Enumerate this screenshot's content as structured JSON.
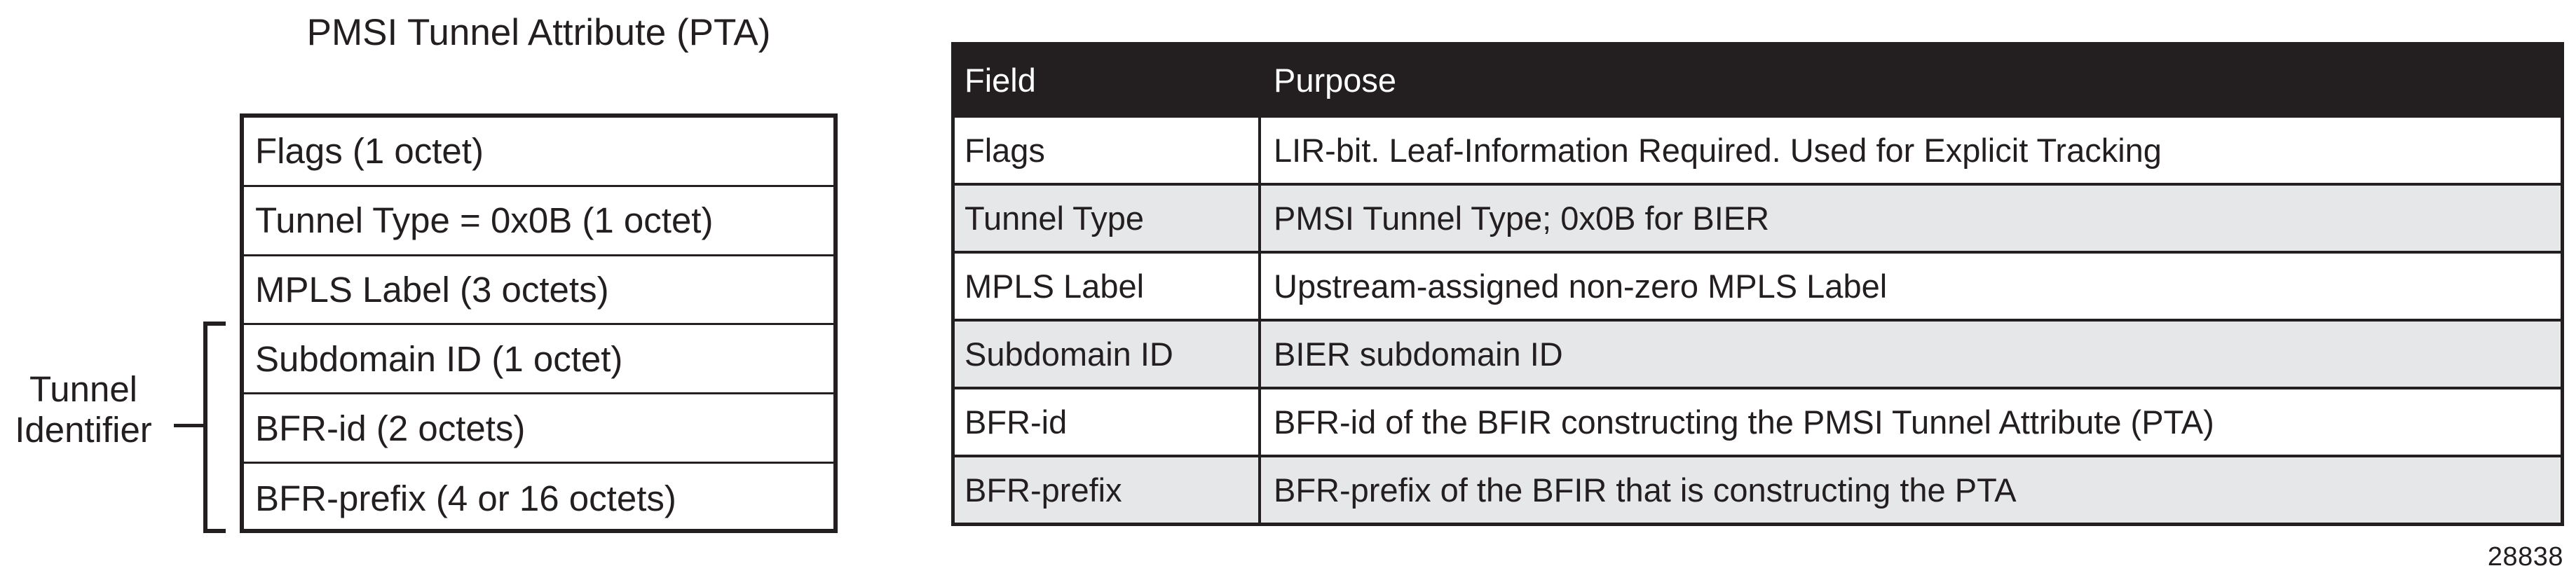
{
  "figure": {
    "number": "28838"
  },
  "pta_diagram": {
    "title": "PMSI Tunnel Attribute (PTA)",
    "group_label": "Tunnel\nIdentifier",
    "group_label_line1": "Tunnel",
    "group_label_line2": "Identifier",
    "rows": [
      {
        "label": "Flags (1 octet)"
      },
      {
        "label": "Tunnel Type = 0x0B (1 octet)"
      },
      {
        "label": "MPLS Label (3 octets)"
      },
      {
        "label": "Subdomain ID (1 octet)"
      },
      {
        "label": "BFR-id (2 octets)"
      },
      {
        "label": "BFR-prefix (4 or 16 octets)"
      }
    ]
  },
  "field_table": {
    "columns": [
      "Field",
      "Purpose"
    ],
    "rows": [
      {
        "field": "Flags",
        "purpose": "LIR-bit. Leaf-Information Required. Used for Explicit Tracking",
        "shaded": false
      },
      {
        "field": "Tunnel Type",
        "purpose": "PMSI Tunnel Type; 0x0B for BIER",
        "shaded": true
      },
      {
        "field": "MPLS Label",
        "purpose": "Upstream-assigned non-zero MPLS Label",
        "shaded": false
      },
      {
        "field": "Subdomain ID",
        "purpose": "BIER subdomain ID",
        "shaded": true
      },
      {
        "field": "BFR-id",
        "purpose": "BFR-id of the BFIR constructing the PMSI Tunnel Attribute (PTA)",
        "shaded": false
      },
      {
        "field": "BFR-prefix",
        "purpose": "BFR-prefix of the BFIR that is constructing the PTA",
        "shaded": true
      }
    ]
  },
  "colors": {
    "ink": "#231f20",
    "header_background": "#231f20",
    "header_text": "#ffffff",
    "row_shaded": "#e6e7e8",
    "row_plain": "#ffffff",
    "page_background": "#ffffff"
  }
}
